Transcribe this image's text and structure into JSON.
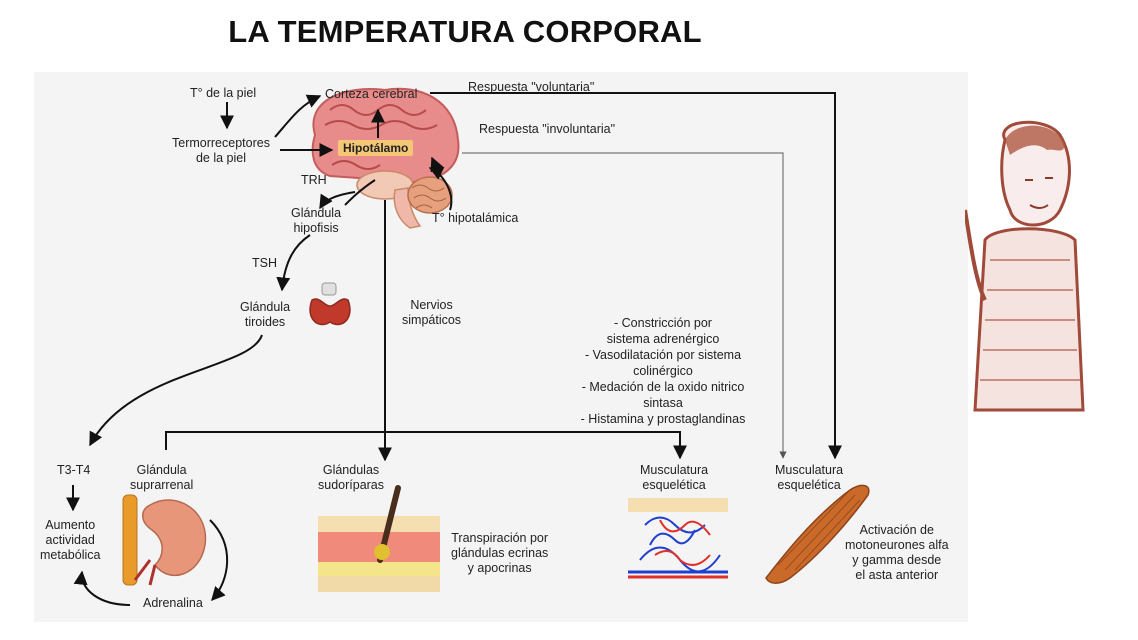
{
  "title": "LA TEMPERATURA CORPORAL",
  "labels": {
    "skin_temp": "T° de la piel",
    "thermoreceptors": [
      "Termorreceptores",
      "de la piel"
    ],
    "cortex": "Corteza cerebral",
    "response_voluntary": "Respuesta \"voluntaria\"",
    "response_involuntary": "Respuesta \"involuntaria\"",
    "hypothalamus": "Hipotálamo",
    "trh": "TRH",
    "pituitary": [
      "Glándula",
      "hipofisis"
    ],
    "hypothalamic_temp": "T° hipotalámica",
    "tsh": "TSH",
    "thyroid": [
      "Glándula",
      "tiroides"
    ],
    "sympathetic": [
      "Nervios",
      "simpáticos"
    ],
    "mechanisms": [
      "- Constricción por",
      "sistema adrenérgico",
      "- Vasodilatación por sistema",
      "colinérgico",
      "- Medación de la oxido nitrico",
      "sintasa",
      "- Histamina y prostaglandinas"
    ],
    "t3t4": "T3-T4",
    "metabolic": [
      "Aumento",
      "actividad",
      "metabólica"
    ],
    "adrenal": [
      "Glándula",
      "suprarrenal"
    ],
    "adrenaline": "Adrenalina",
    "sweat_glands": [
      "Glándulas",
      "sudoríparas"
    ],
    "perspiration": [
      "Transpiración por",
      "glándulas ecrinas",
      "y apocrinas"
    ],
    "skeletal_muscle_1": [
      "Musculatura",
      "esquelética"
    ],
    "skeletal_muscle_2": [
      "Musculatura",
      "esquelética"
    ],
    "motoneurons": [
      "Activación de",
      "motoneurones alfa",
      "y gamma desde",
      "el asta anterior"
    ]
  },
  "colors": {
    "brain": "#e07a7a",
    "hypothalamus_highlight": "#f3c776",
    "thyroid": "#c0392b",
    "kidney": "#e8967a",
    "muscle": "#c9692a",
    "arrows": "#111111",
    "thin_lines": "#888888"
  }
}
